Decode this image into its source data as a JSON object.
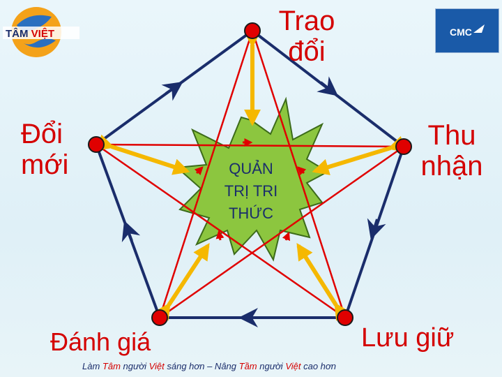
{
  "logos": {
    "left_text": "TÂM VIỆT",
    "right_text": "CMC"
  },
  "labels": {
    "trao_doi": "Trao đổi",
    "doi_moi": "Đổi mới",
    "thu_nhan": "Thu nhận",
    "danh_gia": "Đánh giá",
    "luu_giu": "Lưu giữ"
  },
  "center": {
    "line1": "QUẢN",
    "line2": "TRỊ TRI",
    "line3": "THỨC"
  },
  "footer": {
    "part1": "Làm ",
    "tam1": "Tâm",
    "part2": " người ",
    "viet1": "Việt",
    "part3": " sáng hơn – Nâng ",
    "tam2": "Tầm",
    "part4": " người ",
    "viet2": "Việt",
    "part5": " cao hơn"
  },
  "colors": {
    "outer_pentagon": "#1a2d6b",
    "star_lines": "#e00000",
    "arrows": "#f5b800",
    "burst_fill": "#8cc63f",
    "node_fill": "#e00000",
    "accent_red": "#d40000"
  }
}
